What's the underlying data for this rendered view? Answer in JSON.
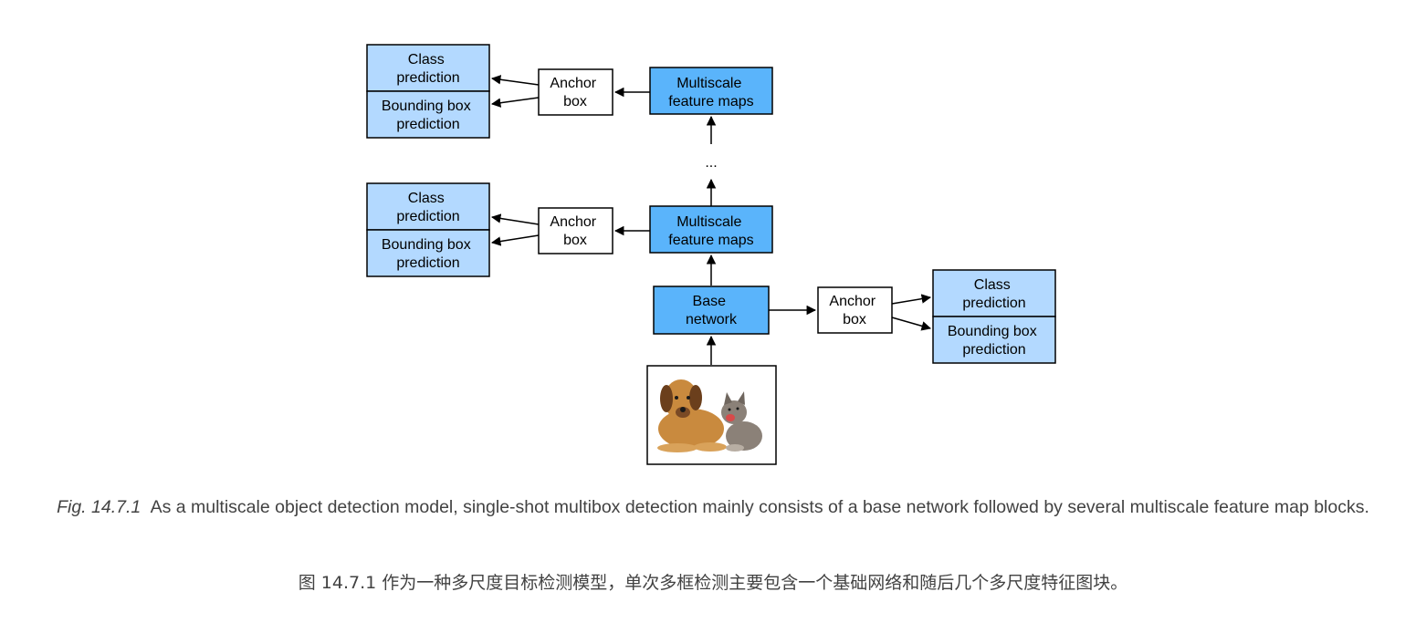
{
  "diagram": {
    "top_group": {
      "class_prediction": [
        "Class",
        "prediction"
      ],
      "bbox_prediction": [
        "Bounding box",
        "prediction"
      ],
      "anchor_box": [
        "Anchor",
        "box"
      ],
      "feature_maps": [
        "Multiscale",
        "feature maps"
      ]
    },
    "ellipsis": "...",
    "middle_group": {
      "class_prediction": [
        "Class",
        "prediction"
      ],
      "bbox_prediction": [
        "Bounding box",
        "prediction"
      ],
      "anchor_box": [
        "Anchor",
        "box"
      ],
      "feature_maps": [
        "Multiscale",
        "feature maps"
      ]
    },
    "base_group": {
      "base_network": [
        "Base",
        "network"
      ],
      "anchor_box": [
        "Anchor",
        "box"
      ],
      "class_prediction": [
        "Class",
        "prediction"
      ],
      "bbox_prediction": [
        "Bounding box",
        "prediction"
      ]
    },
    "colors": {
      "feature_block": "#5ab4fb",
      "prediction_block": "#b3d9ff",
      "anchor_block": "#ffffff",
      "stroke": "#000000"
    },
    "input_image": "puppy-and-kitten-photo"
  },
  "caption": {
    "fig_label": "Fig. 14.7.1",
    "text_en": "As a multiscale object detection model, single-shot multibox detection mainly consists of a base network followed by several multiscale feature map blocks.",
    "text_zh": "图 14.7.1 作为一种多尺度目标检测模型，单次多框检测主要包含一个基础网络和随后几个多尺度特征图块。"
  }
}
